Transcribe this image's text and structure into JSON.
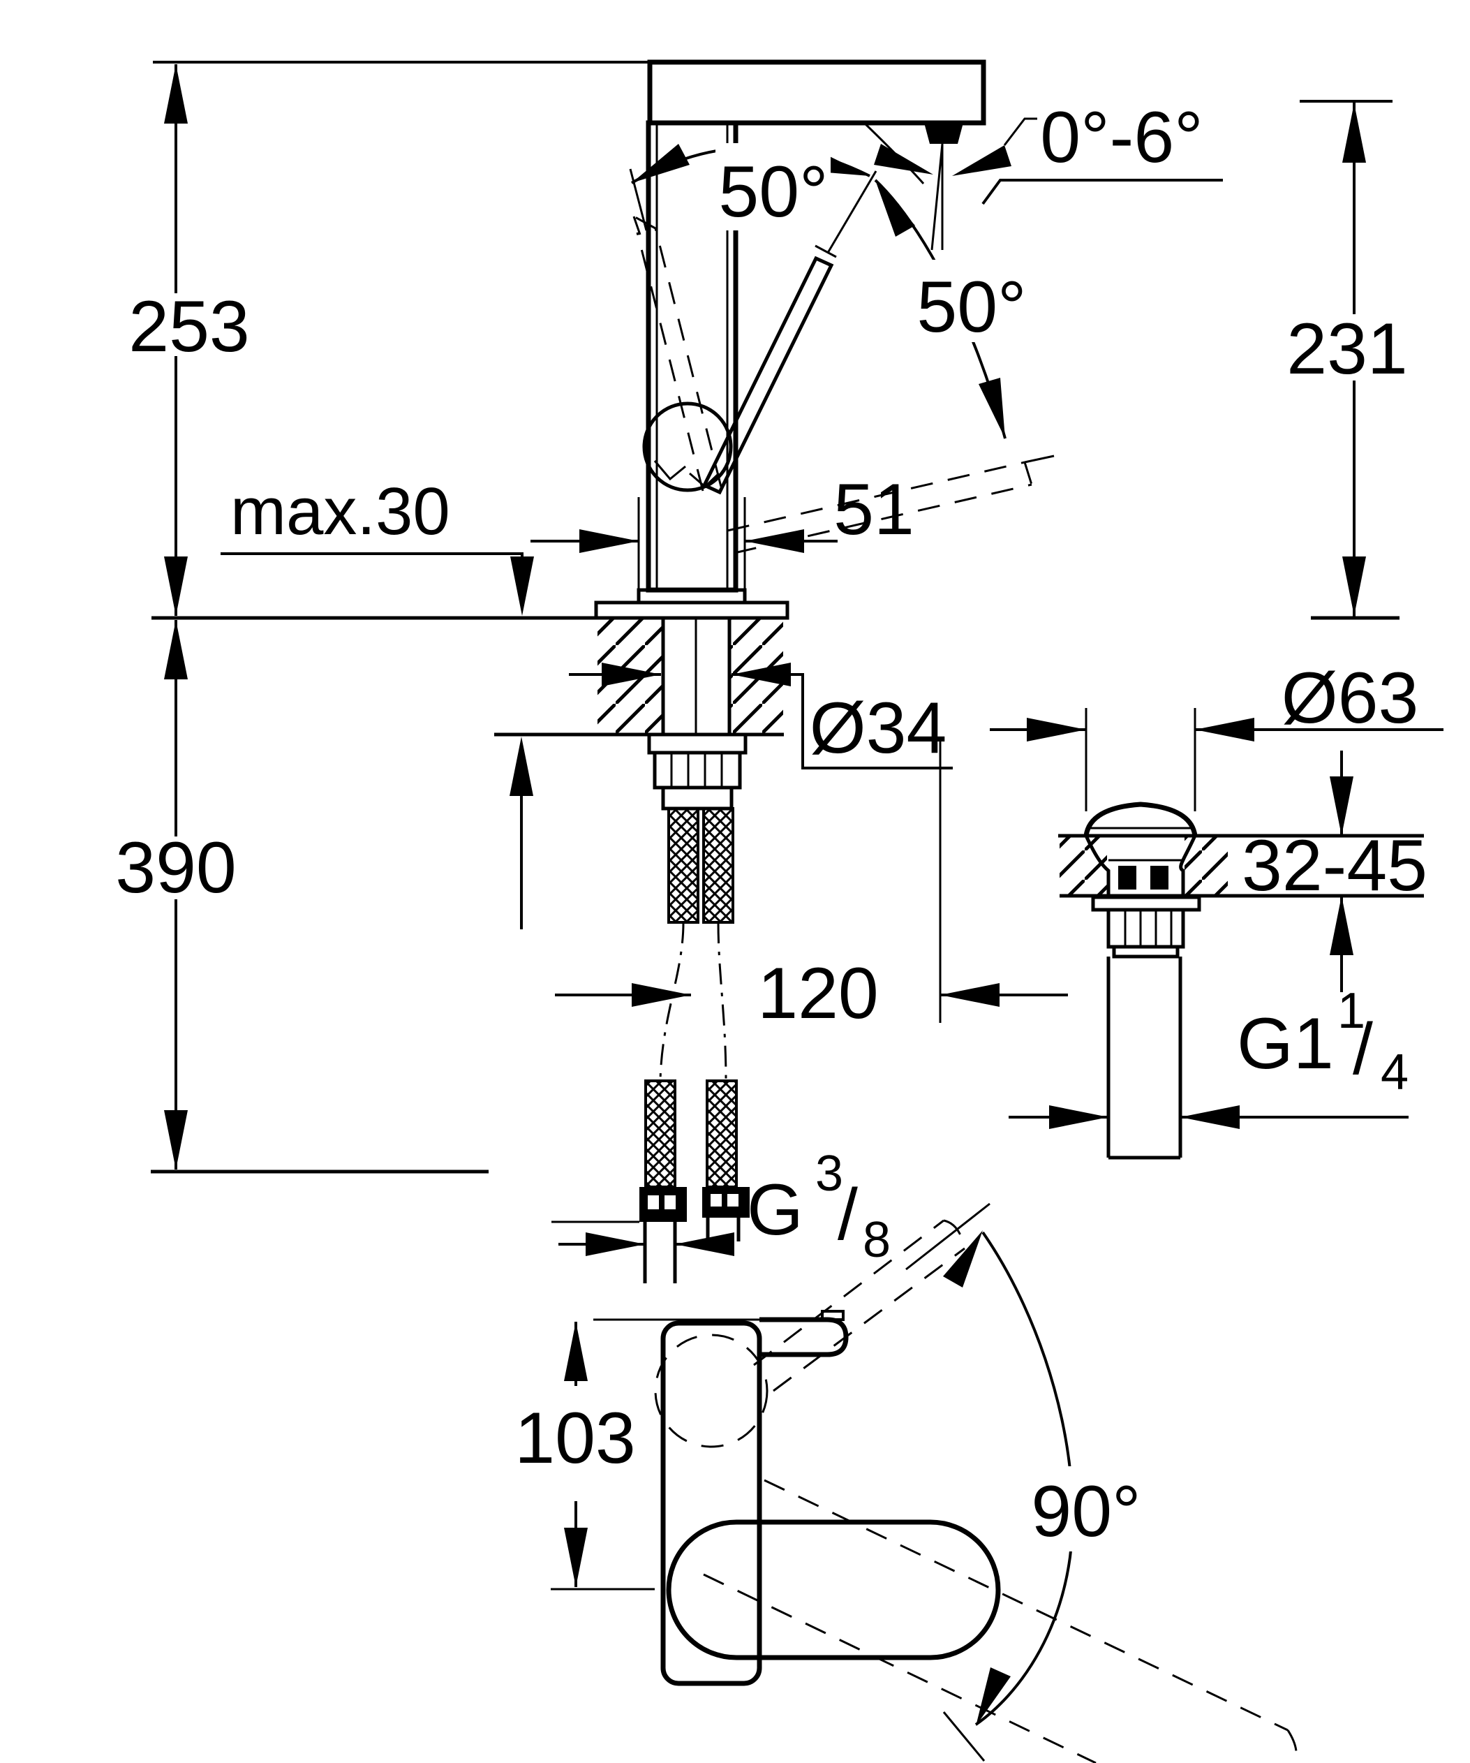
{
  "drawing": {
    "type": "technical-dimension-drawing",
    "ink_color": "#000000",
    "background_color": "#ffffff",
    "front_view": {
      "overall_height": "253",
      "outlet_height": "231",
      "spout_tilt_range": "0°-6°",
      "lever_angle_open": "50°",
      "lever_angle_close": "50°",
      "max_deck_thickness": "max.30",
      "body_width": "51",
      "mounting_hole_diameter": "Ø34",
      "below_deck_length": "390",
      "hose_offset": "120",
      "supply_thread": {
        "g": "G",
        "sup": "3",
        "slash": "/",
        "sub": "8"
      }
    },
    "waste_detail": {
      "flange_diameter": "Ø63",
      "deck_thickness_range": "32-45",
      "waste_thread": {
        "g": "G1",
        "sup": "1",
        "slash": "/",
        "sub": "4"
      }
    },
    "top_view": {
      "body_depth": "103",
      "spout_swivel_range": "90°"
    }
  }
}
